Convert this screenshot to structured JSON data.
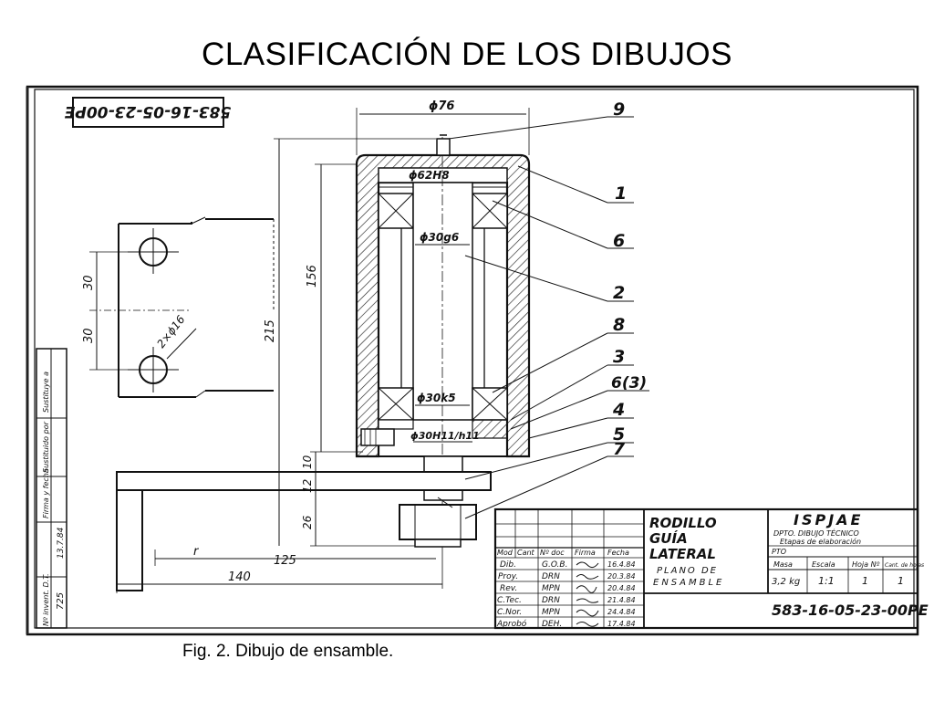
{
  "slide": {
    "title": "CLASIFICACIÓN DE LOS DIBUJOS",
    "caption": "Fig. 2. Dibujo de ensamble."
  },
  "drawing": {
    "code_mirrored": "583-16-05-23-00PE",
    "dimensions": {
      "d76": "ϕ76",
      "d62": "ϕ62H8",
      "d30g6": "ϕ30g6",
      "d30k5": "ϕ30k5",
      "d30h11": "ϕ30H11/h11",
      "h156": "156",
      "h215": "215",
      "v30a": "30",
      "v30b": "30",
      "holes": "2×ϕ16",
      "v12": "12",
      "v10": "10",
      "v26": "26",
      "r": "r",
      "w125": "125",
      "w140": "140"
    },
    "balloons": [
      "9",
      "1",
      "6",
      "2",
      "8",
      "3",
      "6(3)",
      "4",
      "5",
      "7"
    ],
    "side_strip": {
      "row1": "Sustituye a",
      "row2": "Sustituido por",
      "row3": "Firma y fecha",
      "row4": "Nº inventario",
      "val_date": "13.7.84",
      "val_num": "725",
      "val_side": "Nº invent. D.T."
    },
    "title_block": {
      "part_name": [
        "RODILLO",
        "GUÍA",
        "LATERAL"
      ],
      "drawing_type": [
        "PLANO DE",
        "ENSAMBLE"
      ],
      "org": "ISPJAE",
      "dept": "DPTO. DIBUJO TÉCNICO",
      "stage": "Etapas de elaboración",
      "stage_code": "PTO",
      "headers": [
        "Mod",
        "Cant",
        "Nº doc",
        "Firma",
        "Fecha"
      ],
      "roles": [
        {
          "role": "Dib.",
          "name": "G.O.B.",
          "date": "16.4.84"
        },
        {
          "role": "Proy.",
          "name": "DRN",
          "date": "20.3.84"
        },
        {
          "role": "Rev.",
          "name": "MPN",
          "date": "20.4.84"
        },
        {
          "role": "C.Tec.",
          "name": "DRN",
          "date": "21.4.84"
        },
        {
          "role": "C.Nor.",
          "name": "MPN",
          "date": "24.4.84"
        },
        {
          "role": "Aprobó",
          "name": "DEH.",
          "date": "17.4.84"
        }
      ],
      "masa_label": "Masa",
      "escala_label": "Escala",
      "hoja_label": "Hoja Nº",
      "hojas_label": "Cant. de hojas",
      "masa": "3,2 kg",
      "escala": "1:1",
      "hoja": "1",
      "hojas": "1",
      "code": "583-16-05-23-00PE"
    }
  }
}
